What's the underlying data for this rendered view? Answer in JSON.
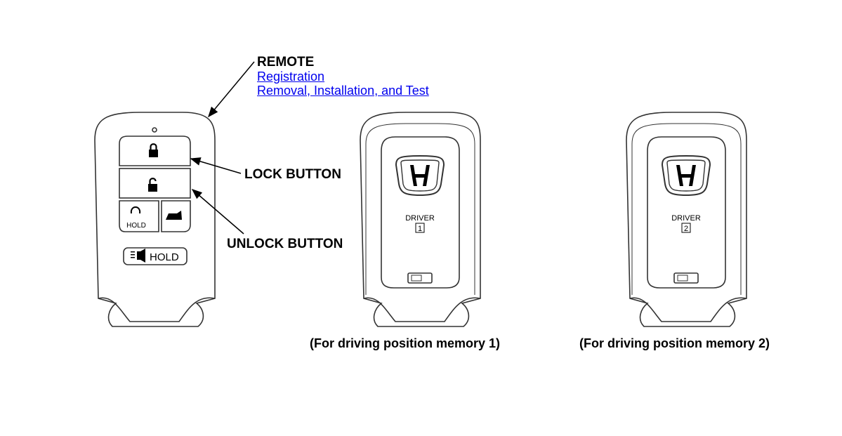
{
  "remote": {
    "heading": "REMOTE",
    "links": [
      "Registration",
      "Removal, Installation, and Test"
    ]
  },
  "callouts": {
    "lock": "LOCK BUTTON",
    "unlock": "UNLOCK BUTTON"
  },
  "fob_front": {
    "buttons": {
      "lock_icon": "lock-closed-icon",
      "unlock_icon": "lock-open-icon",
      "trunk_hold": "HOLD",
      "tailgate_icon": "suv-tailgate-icon",
      "panic_hold": "HOLD"
    }
  },
  "fob_backs": [
    {
      "label": "DRIVER",
      "number": "1",
      "caption": "(For driving position memory 1)"
    },
    {
      "label": "DRIVER",
      "number": "2",
      "caption": "(For driving position memory 2)"
    }
  ],
  "colors": {
    "line": "#000000",
    "link": "#0000ee",
    "fob_outline": "#333333"
  }
}
